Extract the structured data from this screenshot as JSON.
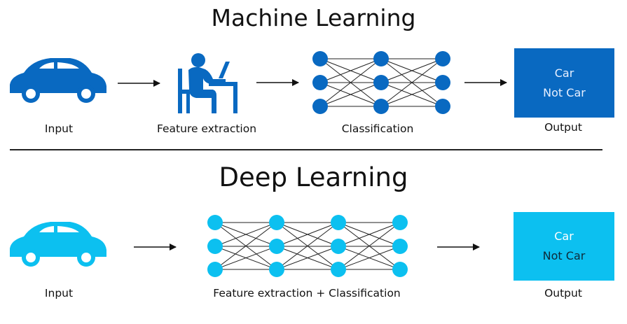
{
  "machine_learning": {
    "title": "Machine Learning",
    "input_label": "Input",
    "feature_label": "Feature extraction",
    "classification_label": "Classification",
    "output_label": "Output",
    "output_options": [
      "Car",
      "Not Car"
    ]
  },
  "deep_learning": {
    "title": "Deep Learning",
    "input_label": "Input",
    "combined_label": "Feature extraction + Classification",
    "output_label": "Output",
    "output_options": [
      "Car",
      "Not Car"
    ]
  },
  "colors": {
    "ml_blue": "#0969c1",
    "dl_cyan": "#0cc0f0",
    "text": "#111111"
  },
  "icons": {
    "ml_input": "car-icon",
    "ml_feature": "person-at-computer-icon",
    "dl_input": "car-icon"
  }
}
